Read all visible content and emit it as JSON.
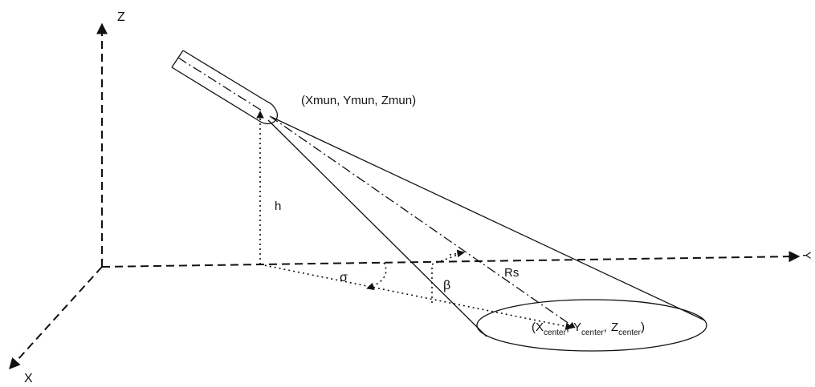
{
  "axes": {
    "z_label": "Z",
    "y_label": "Y",
    "x_label": "X"
  },
  "labels": {
    "muzzle_position": "(Xmun, Ymun, Zmun)",
    "height": "h",
    "sigma": "σ",
    "beta": "β",
    "range": "Rs"
  },
  "center_label": {
    "open": "(",
    "x": "X",
    "y": "Y",
    "z": "Z",
    "subscript": "center",
    "separator": ",",
    "close": ")"
  }
}
